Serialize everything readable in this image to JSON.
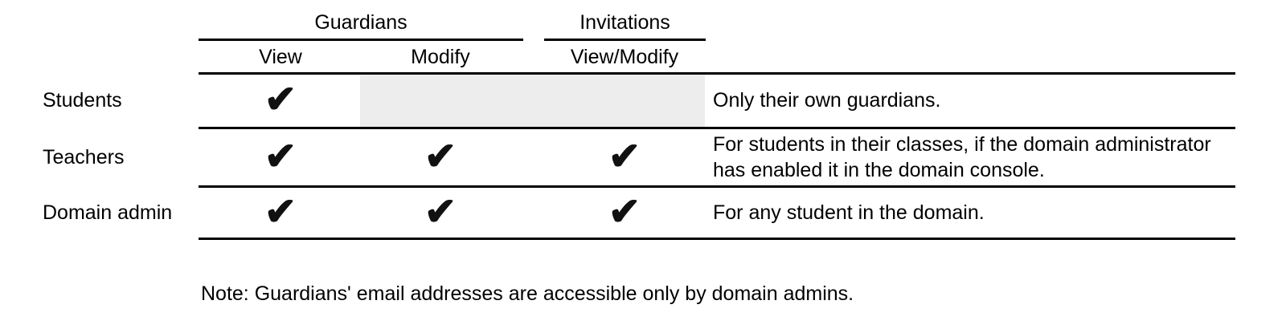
{
  "table": {
    "column_groups": [
      {
        "label": "Guardians",
        "columns": [
          "View",
          "Modify"
        ]
      },
      {
        "label": "Invitations",
        "columns": [
          "View/Modify"
        ]
      }
    ],
    "columns": [
      {
        "label": "View"
      },
      {
        "label": "Modify"
      },
      {
        "label": "View/Modify"
      }
    ],
    "check_glyph": "✔",
    "rows": [
      {
        "label": "Students",
        "view": true,
        "modify": false,
        "invitations_view_modify": false,
        "disabled_cells": [
          "Modify",
          "View/Modify"
        ],
        "note": "Only their own guardians."
      },
      {
        "label": "Teachers",
        "view": true,
        "modify": true,
        "invitations_view_modify": true,
        "disabled_cells": [],
        "note": "For students in their classes, if the domain administrator has enabled it in the domain console."
      },
      {
        "label": "Domain admin",
        "view": true,
        "modify": true,
        "invitations_view_modify": true,
        "disabled_cells": [],
        "note": "For any student in the domain."
      }
    ]
  },
  "footnote": "Note: Guardians' email addresses are accessible only by domain admins.",
  "colors": {
    "background": "#ffffff",
    "text": "#000000",
    "rule": "#000000",
    "disabled_cell": "#ededed",
    "check": "#111111"
  }
}
